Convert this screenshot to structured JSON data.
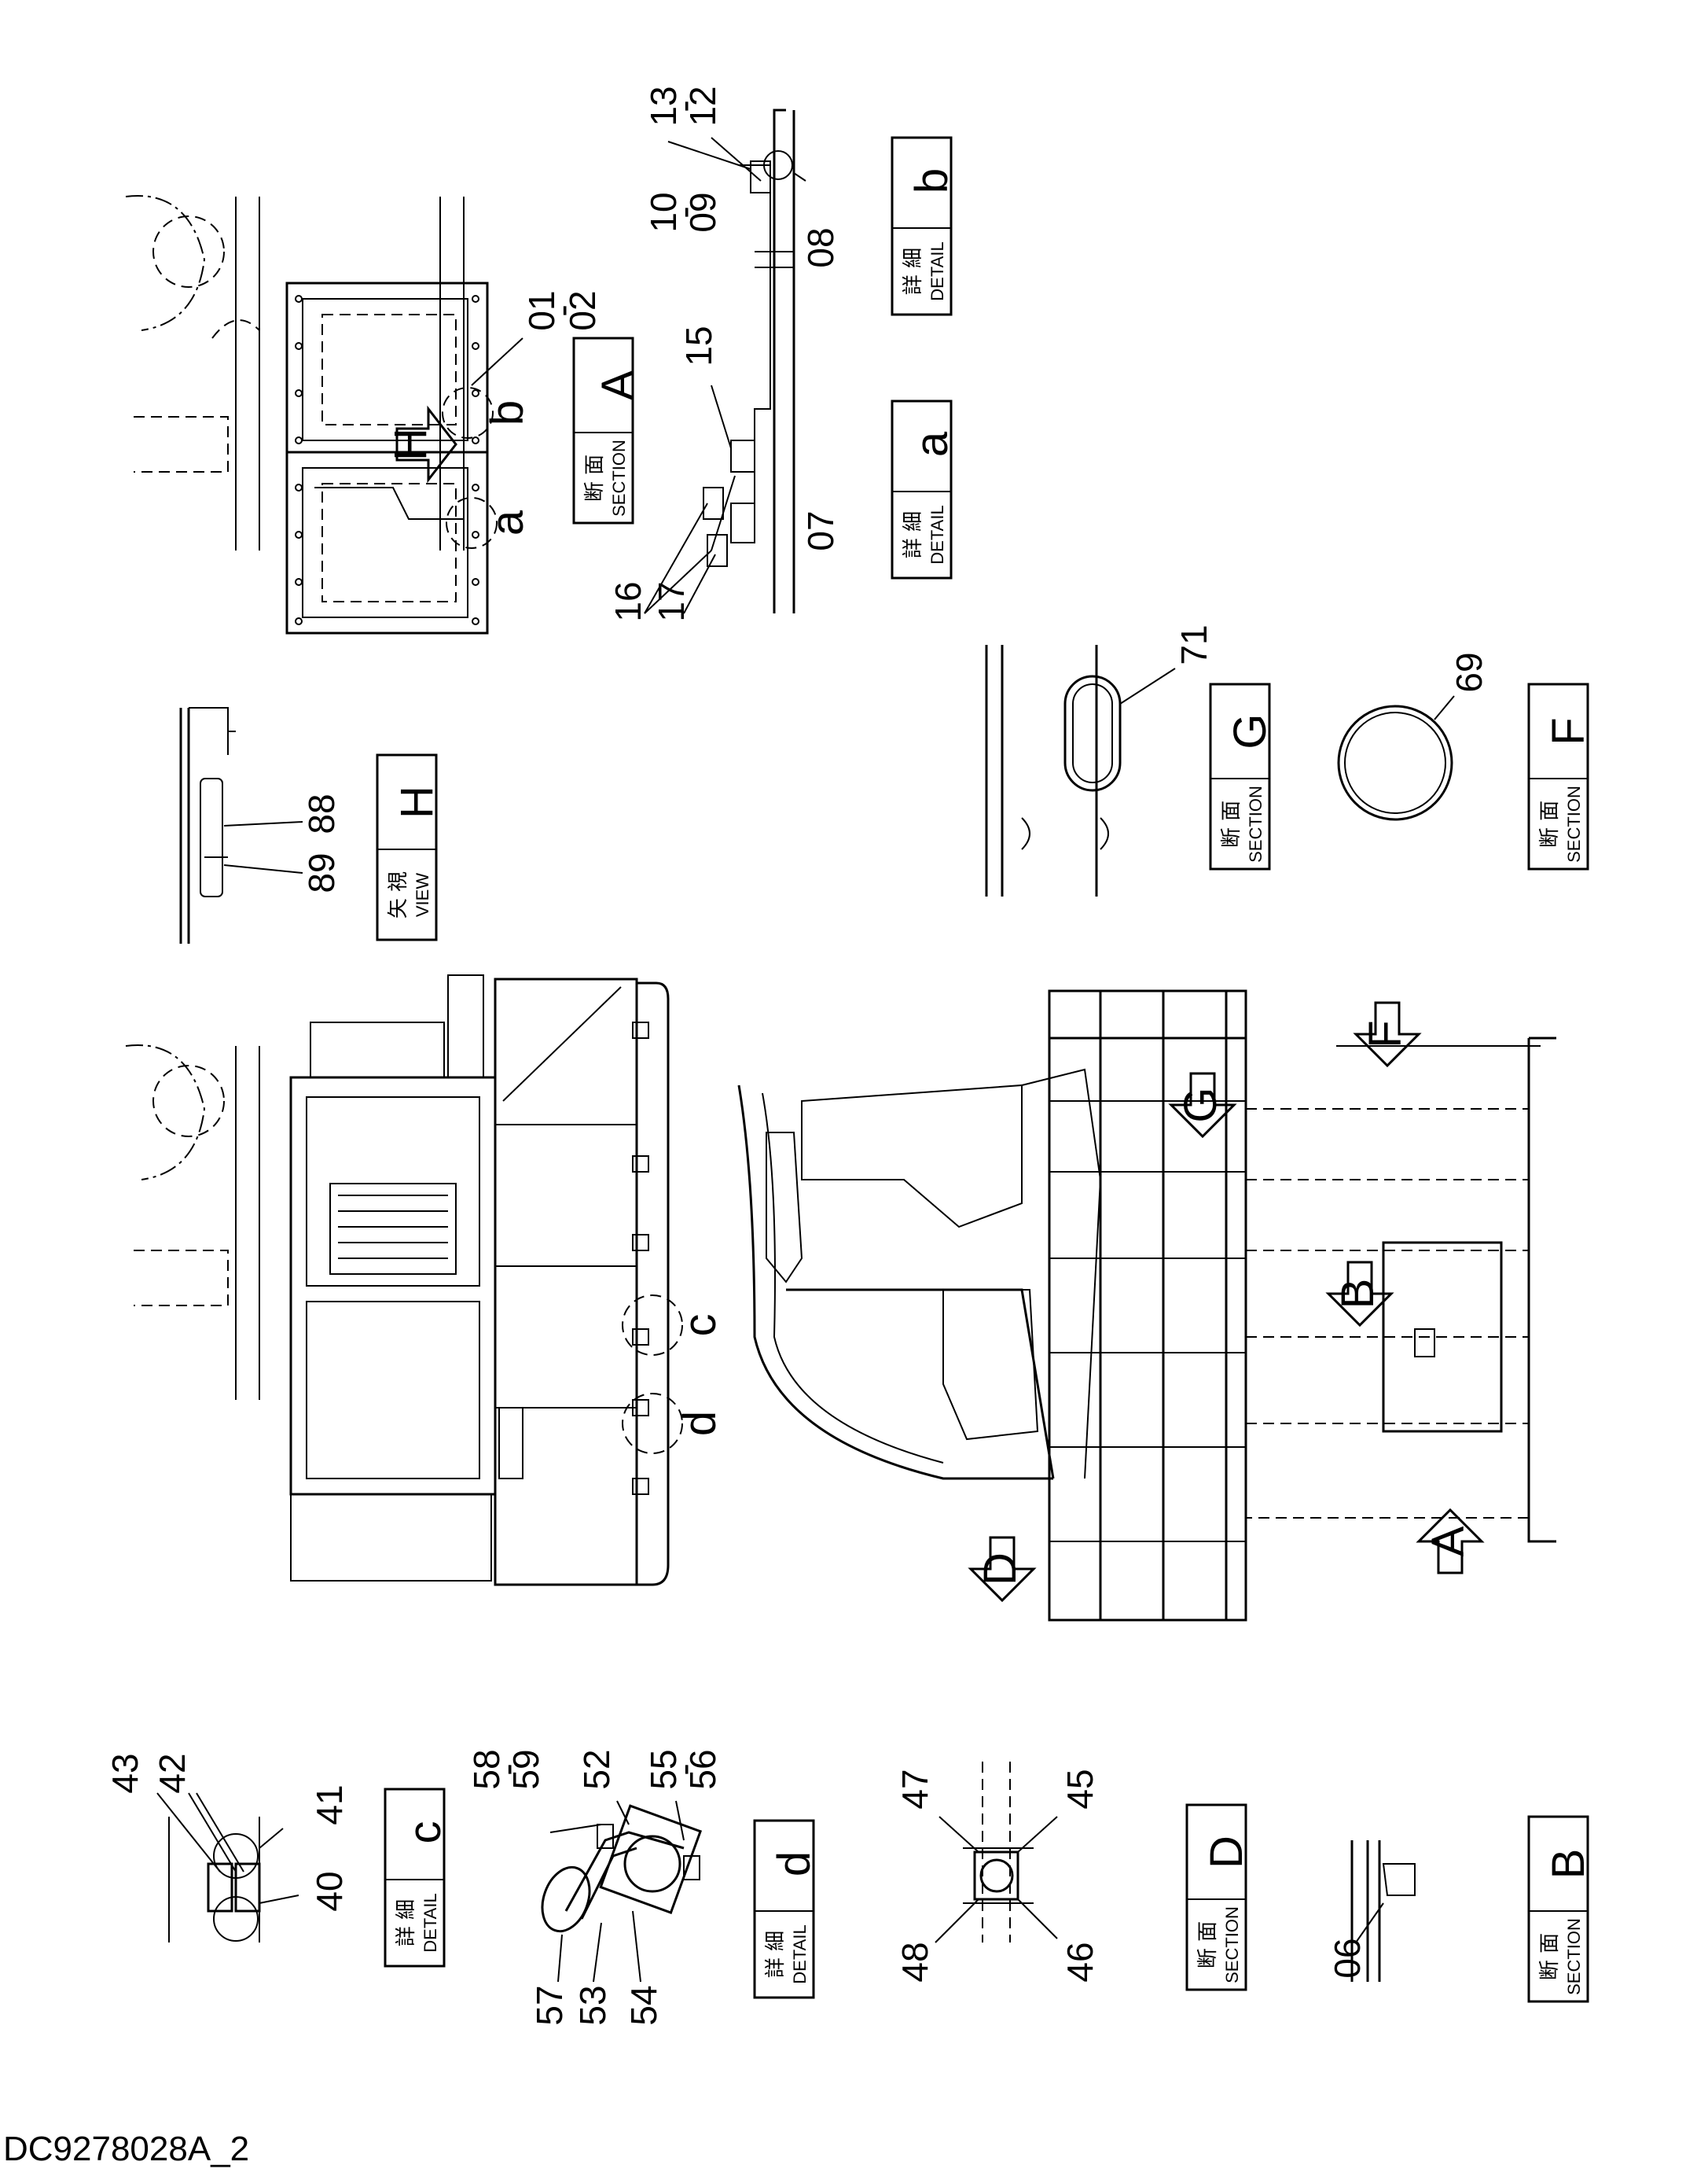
{
  "document_id": "DC9278028A_2",
  "sheet": {
    "views": [
      {
        "key": "secA",
        "kanji": "断 面",
        "en": "SECTION",
        "letter": "A"
      },
      {
        "key": "detA",
        "kanji": "詳 細",
        "en": "DETAIL",
        "letter": "a"
      },
      {
        "key": "detB",
        "kanji": "詳 細",
        "en": "DETAIL",
        "letter": "b"
      },
      {
        "key": "viewH",
        "kanji": "矢 視",
        "en": "VIEW",
        "letter": "H"
      },
      {
        "key": "secG",
        "kanji": "断 面",
        "en": "SECTION",
        "letter": "G"
      },
      {
        "key": "secF",
        "kanji": "断 面",
        "en": "SECTION",
        "letter": "F"
      },
      {
        "key": "detC",
        "kanji": "詳 細",
        "en": "DETAIL",
        "letter": "c"
      },
      {
        "key": "detD",
        "kanji": "詳 細",
        "en": "DETAIL",
        "letter": "d"
      },
      {
        "key": "secD",
        "kanji": "断 面",
        "en": "SECTION",
        "letter": "D"
      },
      {
        "key": "secB",
        "kanji": "断 面",
        "en": "SECTION",
        "letter": "B"
      }
    ],
    "arrows": [
      "H",
      "G",
      "B",
      "F",
      "D",
      "A"
    ],
    "detail_circles": [
      "a",
      "b",
      "c",
      "d"
    ],
    "part_numbers": {
      "p01": "01",
      "p02": "02",
      "p06": "06",
      "p07": "07",
      "p08": "08",
      "p09": "09",
      "p10": "10",
      "p12": "12",
      "p13": "13",
      "p15": "15",
      "p16": "16",
      "p17": "17",
      "p40": "40",
      "p41": "41",
      "p42": "42",
      "p43": "43",
      "p45": "45",
      "p46": "46",
      "p47": "47",
      "p48": "48",
      "p52": "52",
      "p53": "53",
      "p54": "54",
      "p55": "55",
      "p56": "56",
      "p57": "57",
      "p58": "58",
      "p59": "59",
      "p69": "69",
      "p71": "71",
      "p88": "88",
      "p89": "89"
    },
    "separator": "-"
  }
}
